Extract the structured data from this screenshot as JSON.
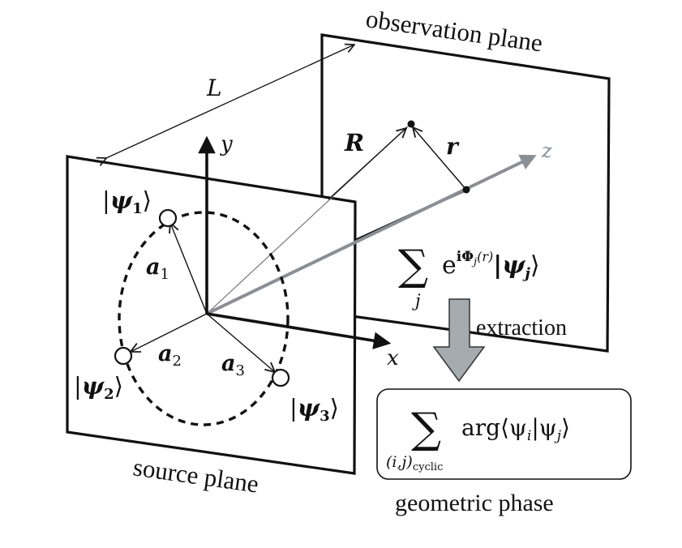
{
  "labels": {
    "observation_plane": "observation plane",
    "source_plane": "source plane",
    "extraction": "extraction",
    "geometric_phase": "geometric phase",
    "distance": "L",
    "axis_x": "x",
    "axis_y": "y",
    "axis_z": "z",
    "vec_R": "R",
    "vec_r": "r",
    "vec_a1": "a",
    "vec_a1_sub": "1",
    "vec_a2": "a",
    "vec_a2_sub": "2",
    "vec_a3": "a",
    "vec_a3_sub": "3"
  },
  "states": {
    "psi1": {
      "open": "|",
      "symbol": "ψ",
      "sub": "1",
      "close": "⟩"
    },
    "psi2": {
      "open": "|",
      "symbol": "ψ",
      "sub": "2",
      "close": "⟩"
    },
    "psi3": {
      "open": "|",
      "symbol": "ψ",
      "sub": "3",
      "close": "⟩"
    }
  },
  "formulas": {
    "sum_sign": "∑",
    "obs_sum_index": "j",
    "obs_exp_base": "e",
    "obs_exp_power": "iΦ",
    "obs_exp_power_sub": "j",
    "obs_exp_power_arg": "(r)",
    "obs_ket": "|ψ",
    "obs_ket_sub": "j",
    "obs_ket_close": "⟩",
    "phase_sum_index": "(i,j)",
    "phase_sum_index_sub": "cyclic",
    "phase_arg": "arg⟨ψ",
    "phase_i": "i",
    "phase_bar": "|ψ",
    "phase_j": "j",
    "phase_close": "⟩"
  }
}
